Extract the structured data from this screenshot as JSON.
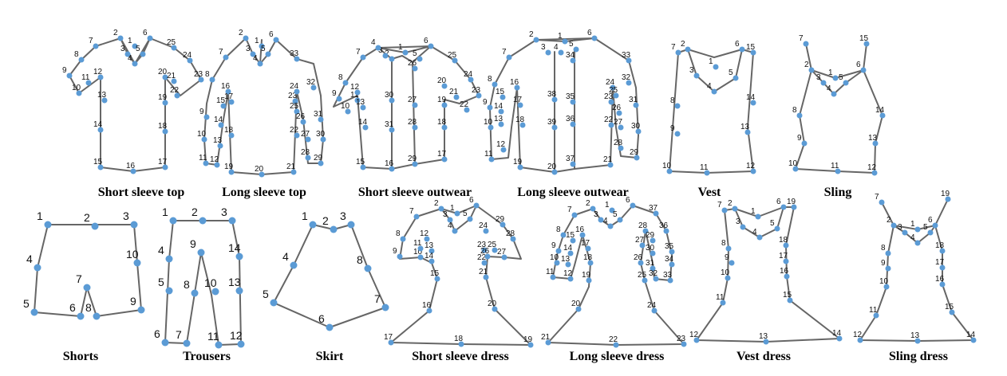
{
  "accent_color": "#5b9bd5",
  "outline_color": "#666666",
  "categories": [
    {
      "caption": "Short sleeve top",
      "keypoint_count": 25
    },
    {
      "caption": "Long sleeve top",
      "keypoint_count": 33
    },
    {
      "caption": "Short sleeve outwear",
      "keypoint_count": 31
    },
    {
      "caption": "Long sleeve outwear",
      "keypoint_count": 39
    },
    {
      "caption": "Vest",
      "keypoint_count": 15
    },
    {
      "caption": "Sling",
      "keypoint_count": 15
    },
    {
      "caption": "Shorts",
      "keypoint_count": 10
    },
    {
      "caption": "Trousers",
      "keypoint_count": 14
    },
    {
      "caption": "Skirt",
      "keypoint_count": 8
    },
    {
      "caption": "Short sleeve dress",
      "keypoint_count": 29
    },
    {
      "caption": "Long sleeve dress",
      "keypoint_count": 37
    },
    {
      "caption": "Vest dress",
      "keypoint_count": 19
    },
    {
      "caption": "Sling dress",
      "keypoint_count": 19
    }
  ]
}
